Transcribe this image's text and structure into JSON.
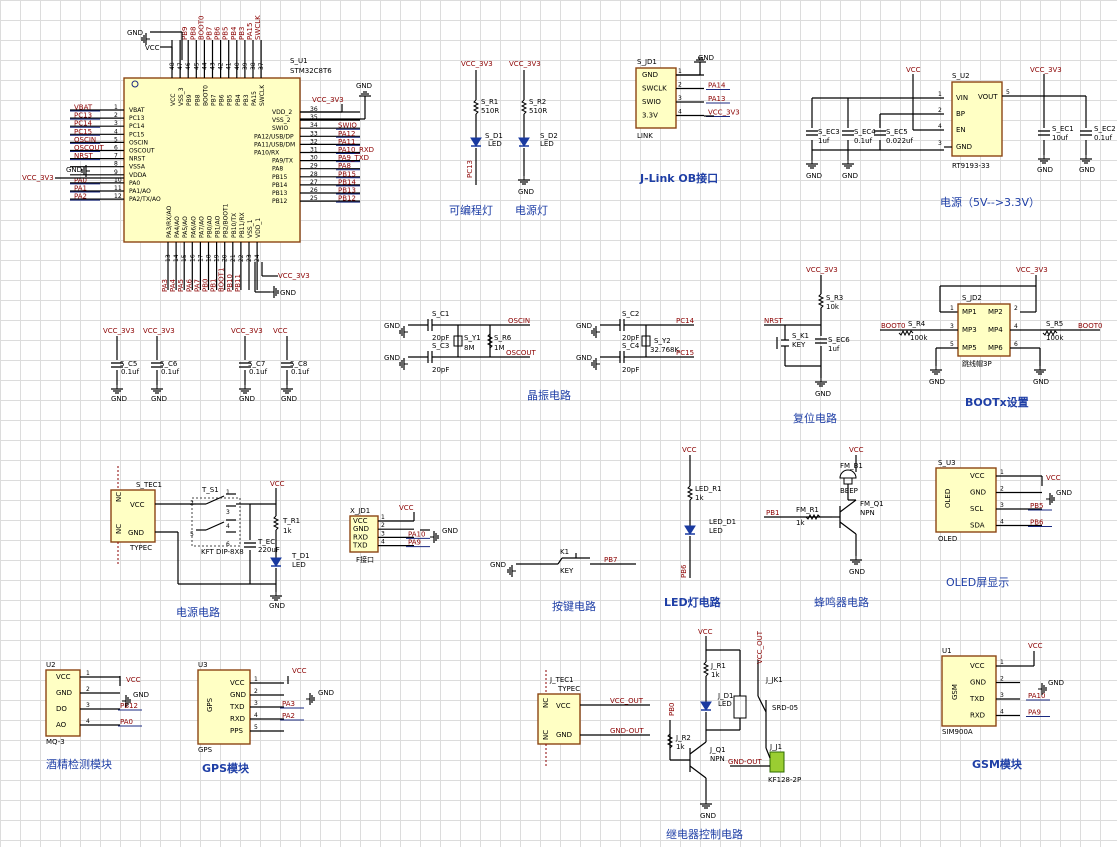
{
  "captions": {
    "prog_led": "可编程灯",
    "power_led": "电源灯",
    "jlink": "J-Link OB接口",
    "power": "电源（5V-->3.3V）",
    "crystal": "晶振电路",
    "reset": "复位电路",
    "boot": "BOOTx设置",
    "power_circuit": "电源电路",
    "key": "按键电路",
    "led": "LED灯电路",
    "buzzer": "蜂鸣器电路",
    "oled": "OLED屏显示",
    "alcohol": "酒精检测模块",
    "gps": "GPS模块",
    "relay": "继电器控制电路",
    "gsm": "GSM模块"
  },
  "mcu": {
    "ref": "S_U1",
    "part": "STM32C8T6",
    "left_pins": [
      {
        "num": "1",
        "name": "VBAT",
        "net": "VBAT"
      },
      {
        "num": "2",
        "name": "PC13",
        "net": "PC13"
      },
      {
        "num": "3",
        "name": "PC14",
        "net": "PC14"
      },
      {
        "num": "4",
        "name": "PC15",
        "net": "PC15"
      },
      {
        "num": "5",
        "name": "OSCIN",
        "net": "OSCIN"
      },
      {
        "num": "6",
        "name": "OSCOUT",
        "net": "OSCOUT"
      },
      {
        "num": "7",
        "name": "NRST",
        "net": "NRST"
      },
      {
        "num": "8",
        "name": "VSSA",
        "net": "GND"
      },
      {
        "num": "9",
        "name": "VDDA",
        "net": "VCC_3V3"
      },
      {
        "num": "10",
        "name": "PA0",
        "net": "PA0"
      },
      {
        "num": "11",
        "name": "PA1/AO",
        "net": "PA1"
      },
      {
        "num": "12",
        "name": "PA2/TX/AO",
        "net": "PA2"
      }
    ],
    "right_pins": [
      {
        "num": "36",
        "name": "VDD_2",
        "net": ""
      },
      {
        "num": "35",
        "name": "VSS_2",
        "net": ""
      },
      {
        "num": "34",
        "name": "SWIO",
        "net": "SWIO"
      },
      {
        "num": "33",
        "name": "PA12/USB/DP",
        "net": "PA12"
      },
      {
        "num": "32",
        "name": "PA11/USB/DM",
        "net": "PA11"
      },
      {
        "num": "31",
        "name": "PA10/RX",
        "net": "PA10_RXD"
      },
      {
        "num": "30",
        "name": "PA9/TX",
        "net": "PA9_TXD"
      },
      {
        "num": "29",
        "name": "PA8",
        "net": "PA8"
      },
      {
        "num": "28",
        "name": "PB15",
        "net": "PB15"
      },
      {
        "num": "27",
        "name": "PB14",
        "net": "PB14"
      },
      {
        "num": "26",
        "name": "PB13",
        "net": "PB13"
      },
      {
        "num": "25",
        "name": "PB12",
        "net": "PB12"
      }
    ],
    "top_pins": [
      {
        "num": "48",
        "name": "VCC"
      },
      {
        "num": "47",
        "name": "VSS_3"
      },
      {
        "num": "46",
        "name": "PB9"
      },
      {
        "num": "45",
        "name": "PB8"
      },
      {
        "num": "44",
        "name": "BOOT0"
      },
      {
        "num": "43",
        "name": "PB7"
      },
      {
        "num": "42",
        "name": "PB6"
      },
      {
        "num": "41",
        "name": "PB5"
      },
      {
        "num": "40",
        "name": "PB4"
      },
      {
        "num": "39",
        "name": "PB3"
      },
      {
        "num": "38",
        "name": "PA15"
      },
      {
        "num": "37",
        "name": "SWCLK"
      }
    ],
    "bottom_pins": [
      {
        "num": "13",
        "name": "PA3/RX/AO"
      },
      {
        "num": "14",
        "name": "PA4/AO"
      },
      {
        "num": "15",
        "name": "PA5/AO"
      },
      {
        "num": "16",
        "name": "PA6/AO"
      },
      {
        "num": "17",
        "name": "PA7/AO"
      },
      {
        "num": "18",
        "name": "PB0/AO"
      },
      {
        "num": "19",
        "name": "PB1/AO"
      },
      {
        "num": "20",
        "name": "PB2/BOOT1"
      },
      {
        "num": "21",
        "name": "PB10/TX"
      },
      {
        "num": "22",
        "name": "PB11/RX"
      },
      {
        "num": "23",
        "name": "VSS_1"
      },
      {
        "num": "24",
        "name": "VDD_1"
      }
    ],
    "top_nets": [
      "",
      "",
      "PB9",
      "PB8",
      "BOOT0",
      "PB7",
      "PB6",
      "PB5",
      "PB4",
      "PB3",
      "PA15",
      "SWCLK"
    ],
    "bottom_nets": [
      "PA3",
      "PA4",
      "PA5",
      "PA6",
      "PA7",
      "PB0",
      "PB1",
      "BOOT1",
      "PB10",
      "PB11",
      "",
      ""
    ],
    "gnd": "GND",
    "vcc": "VCC",
    "vcc33": "VCC_3V3"
  },
  "decoupling": {
    "caps": [
      {
        "ref": "S_C5",
        "val": "0.1uf",
        "rail": "VCC_3V3",
        "gnd": "GND"
      },
      {
        "ref": "S_C6",
        "val": "0.1uf",
        "rail": "VCC_3V3",
        "gnd": "GND"
      },
      {
        "ref": "S_C7",
        "val": "0.1uf",
        "rail": "VCC_3V3",
        "gnd": "GND"
      },
      {
        "ref": "S_C8",
        "val": "0.1uf",
        "rail": "VCC",
        "gnd": "GND"
      }
    ]
  },
  "leds_top": {
    "prog": {
      "rail": "VCC_3V3",
      "r_ref": "S_R1",
      "r_val": "510R",
      "d_ref": "S_D1",
      "d_val": "LED",
      "net": "PC13"
    },
    "pwr": {
      "rail": "VCC_3V3",
      "r_ref": "S_R2",
      "r_val": "510R",
      "d_ref": "S_D2",
      "d_val": "LED",
      "gnd": "GND"
    }
  },
  "jlink": {
    "ref": "S_JD1",
    "part": "LINK",
    "gnd": "GND",
    "vcc": "VCC_3V3",
    "pins": [
      {
        "num": "1",
        "name": "GND",
        "net": ""
      },
      {
        "num": "2",
        "name": "SWCLK",
        "net": "PA14"
      },
      {
        "num": "3",
        "name": "SWIO",
        "net": "PA13"
      },
      {
        "num": "4",
        "name": "3.3V",
        "net": "VCC_3V3"
      }
    ]
  },
  "regulator": {
    "ref": "S_U2",
    "part": "RT9193-33",
    "pins": [
      {
        "num": "1",
        "name": "VIN"
      },
      {
        "num": "2",
        "name": "BP"
      },
      {
        "num": "4",
        "name": "EN"
      },
      {
        "num": "3",
        "name": "GND"
      },
      {
        "num": "5",
        "name": "VOUT"
      }
    ],
    "vin": "VCC",
    "vout": "VCC_3V3",
    "gnd": "GND",
    "caps": [
      {
        "ref": "S_EC3",
        "val": "1uf"
      },
      {
        "ref": "S_EC4",
        "val": "0.1uf"
      },
      {
        "ref": "S_EC5",
        "val": "0.022uf"
      },
      {
        "ref": "S_EC1",
        "val": "10uf"
      },
      {
        "ref": "S_EC2",
        "val": "0.1uf"
      }
    ]
  },
  "crystal_main": {
    "c1": {
      "ref": "S_C1",
      "val": "20pF"
    },
    "c3": {
      "ref": "S_C3",
      "val": "20pF"
    },
    "y": {
      "ref": "S_Y1",
      "val": "8M"
    },
    "r": {
      "ref": "S_R6",
      "val": "1M"
    },
    "net_in": "OSCIN",
    "net_out": "OSCOUT",
    "gnd": "GND"
  },
  "crystal_rtc": {
    "c2": {
      "ref": "S_C2",
      "val": "20pF"
    },
    "c4": {
      "ref": "S_C4",
      "val": "20pF"
    },
    "y": {
      "ref": "S_Y2",
      "val": "32.768K"
    },
    "net_a": "PC14",
    "net_b": "PC15",
    "gnd": "GND"
  },
  "reset": {
    "rail": "VCC_3V3",
    "r_ref": "S_R3",
    "r_val": "10k",
    "net": "NRST",
    "k_ref": "S_K1",
    "k_val": "KEY",
    "c_ref": "S_EC6",
    "c_val": "1uf",
    "gnd": "GND"
  },
  "boot": {
    "rail": "VCC_3V3",
    "ref": "S_JD2",
    "part": "跳线帽3P",
    "r4": {
      "ref": "S_R4",
      "val": "100k"
    },
    "r5": {
      "ref": "S_R5",
      "val": "100k"
    },
    "net_l": "BOOT0",
    "net_r": "BOOT0",
    "gnd": "GND",
    "pins": [
      {
        "num": "1",
        "name": "MP1"
      },
      {
        "num": "2",
        "name": "MP2"
      },
      {
        "num": "3",
        "name": "MP3"
      },
      {
        "num": "4",
        "name": "MP4"
      },
      {
        "num": "5",
        "name": "MP5"
      },
      {
        "num": "6",
        "name": "MP6"
      }
    ]
  },
  "power_in": {
    "tec_ref": "S_TEC1",
    "tec_part": "TYPEC",
    "nc": "NC",
    "vcc_pin": "VCC",
    "gnd_pin": "GND",
    "sw_ref": "T_S1",
    "sw_part": "KFT DIP-8X8",
    "rail": "VCC",
    "r_ref": "T_R1",
    "r_val": "1k",
    "c_ref": "T_EC",
    "c_val": "220uF",
    "d_ref": "T_D1",
    "d_val": "LED",
    "gnd": "GND",
    "sw_pins": [
      "1",
      "2",
      "3",
      "4",
      "5",
      "6"
    ]
  },
  "uart": {
    "ref": "X_JD1",
    "part": "F接口",
    "vcc": "VCC",
    "gnd": "GND",
    "pins": [
      {
        "num": "1",
        "name": "VCC",
        "net": ""
      },
      {
        "num": "2",
        "name": "GND",
        "net": ""
      },
      {
        "num": "3",
        "name": "RXD",
        "net": "PA10"
      },
      {
        "num": "4",
        "name": "TXD",
        "net": "PA9"
      }
    ]
  },
  "key": {
    "gnd": "GND",
    "ref": "K1",
    "val": "KEY",
    "net": "PB7"
  },
  "led": {
    "rail": "VCC",
    "r_ref": "LED_R1",
    "r_val": "1k",
    "d_ref": "LED_D1",
    "d_val": "LED",
    "net": "PB6"
  },
  "buzzer": {
    "rail": "VCC",
    "b_ref": "FM_B1",
    "b_val": "BEEP",
    "r_ref": "FM_R1",
    "r_val": "1k",
    "q_ref": "FM_Q1",
    "q_val": "NPN",
    "net": "PB1",
    "gnd": "GND"
  },
  "oled": {
    "ref": "S_U3",
    "part": "OLED",
    "body": "OLED",
    "gnd": "GND",
    "vcc": "VCC",
    "pins": [
      {
        "num": "1",
        "name": "VCC",
        "net": ""
      },
      {
        "num": "2",
        "name": "GND",
        "net": ""
      },
      {
        "num": "3",
        "name": "SCL",
        "net": "PB5"
      },
      {
        "num": "4",
        "name": "SDA",
        "net": "PB6"
      }
    ]
  },
  "alcohol": {
    "ref": "U2",
    "part": "MQ-3",
    "vcc": "VCC",
    "gnd": "GND",
    "pins": [
      {
        "num": "1",
        "name": "VCC",
        "net": ""
      },
      {
        "num": "2",
        "name": "GND",
        "net": ""
      },
      {
        "num": "3",
        "name": "DO",
        "net": "PB12"
      },
      {
        "num": "4",
        "name": "AO",
        "net": "PA0"
      }
    ]
  },
  "gps": {
    "ref": "U3",
    "part": "GPS",
    "body": "GPS",
    "vcc": "VCC",
    "gnd": "GND",
    "pins": [
      {
        "num": "1",
        "name": "VCC",
        "net": ""
      },
      {
        "num": "2",
        "name": "GND",
        "net": ""
      },
      {
        "num": "3",
        "name": "TXD",
        "net": "PA3"
      },
      {
        "num": "4",
        "name": "RXD",
        "net": "PA2"
      },
      {
        "num": "5",
        "name": "PPS",
        "net": ""
      }
    ]
  },
  "relay_in": {
    "ref": "J_TEC1",
    "part": "TYPEC",
    "nc": "NC",
    "vcc_pin": "VCC",
    "gnd_pin": "GND",
    "net_vcc": "VCC_OUT",
    "net_gnd": "GND-OUT"
  },
  "relay": {
    "rail": "VCC",
    "r1_ref": "J_R1",
    "r1_val": "1k",
    "d_ref": "J_D1",
    "d_val": "LED",
    "r2_ref": "J_R2",
    "r2_val": "1k",
    "net": "PB0",
    "q_ref": "J_Q1",
    "q_val": "NPN",
    "k_ref": "J_JK1",
    "k_val": "SRD-05",
    "j_ref": "J_J1",
    "j_val": "KF128-2P",
    "net_out": "VCC_OUT",
    "net_gndout": "GND-OUT",
    "gnd": "GND"
  },
  "gsm": {
    "ref": "U1",
    "part": "SIM900A",
    "body": "GSM",
    "vcc": "VCC",
    "gnd": "GND",
    "pins": [
      {
        "num": "1",
        "name": "VCC",
        "net": ""
      },
      {
        "num": "2",
        "name": "GND",
        "net": ""
      },
      {
        "num": "3",
        "name": "TXD",
        "net": "PA10"
      },
      {
        "num": "4",
        "name": "RXD",
        "net": "PA9"
      }
    ]
  }
}
